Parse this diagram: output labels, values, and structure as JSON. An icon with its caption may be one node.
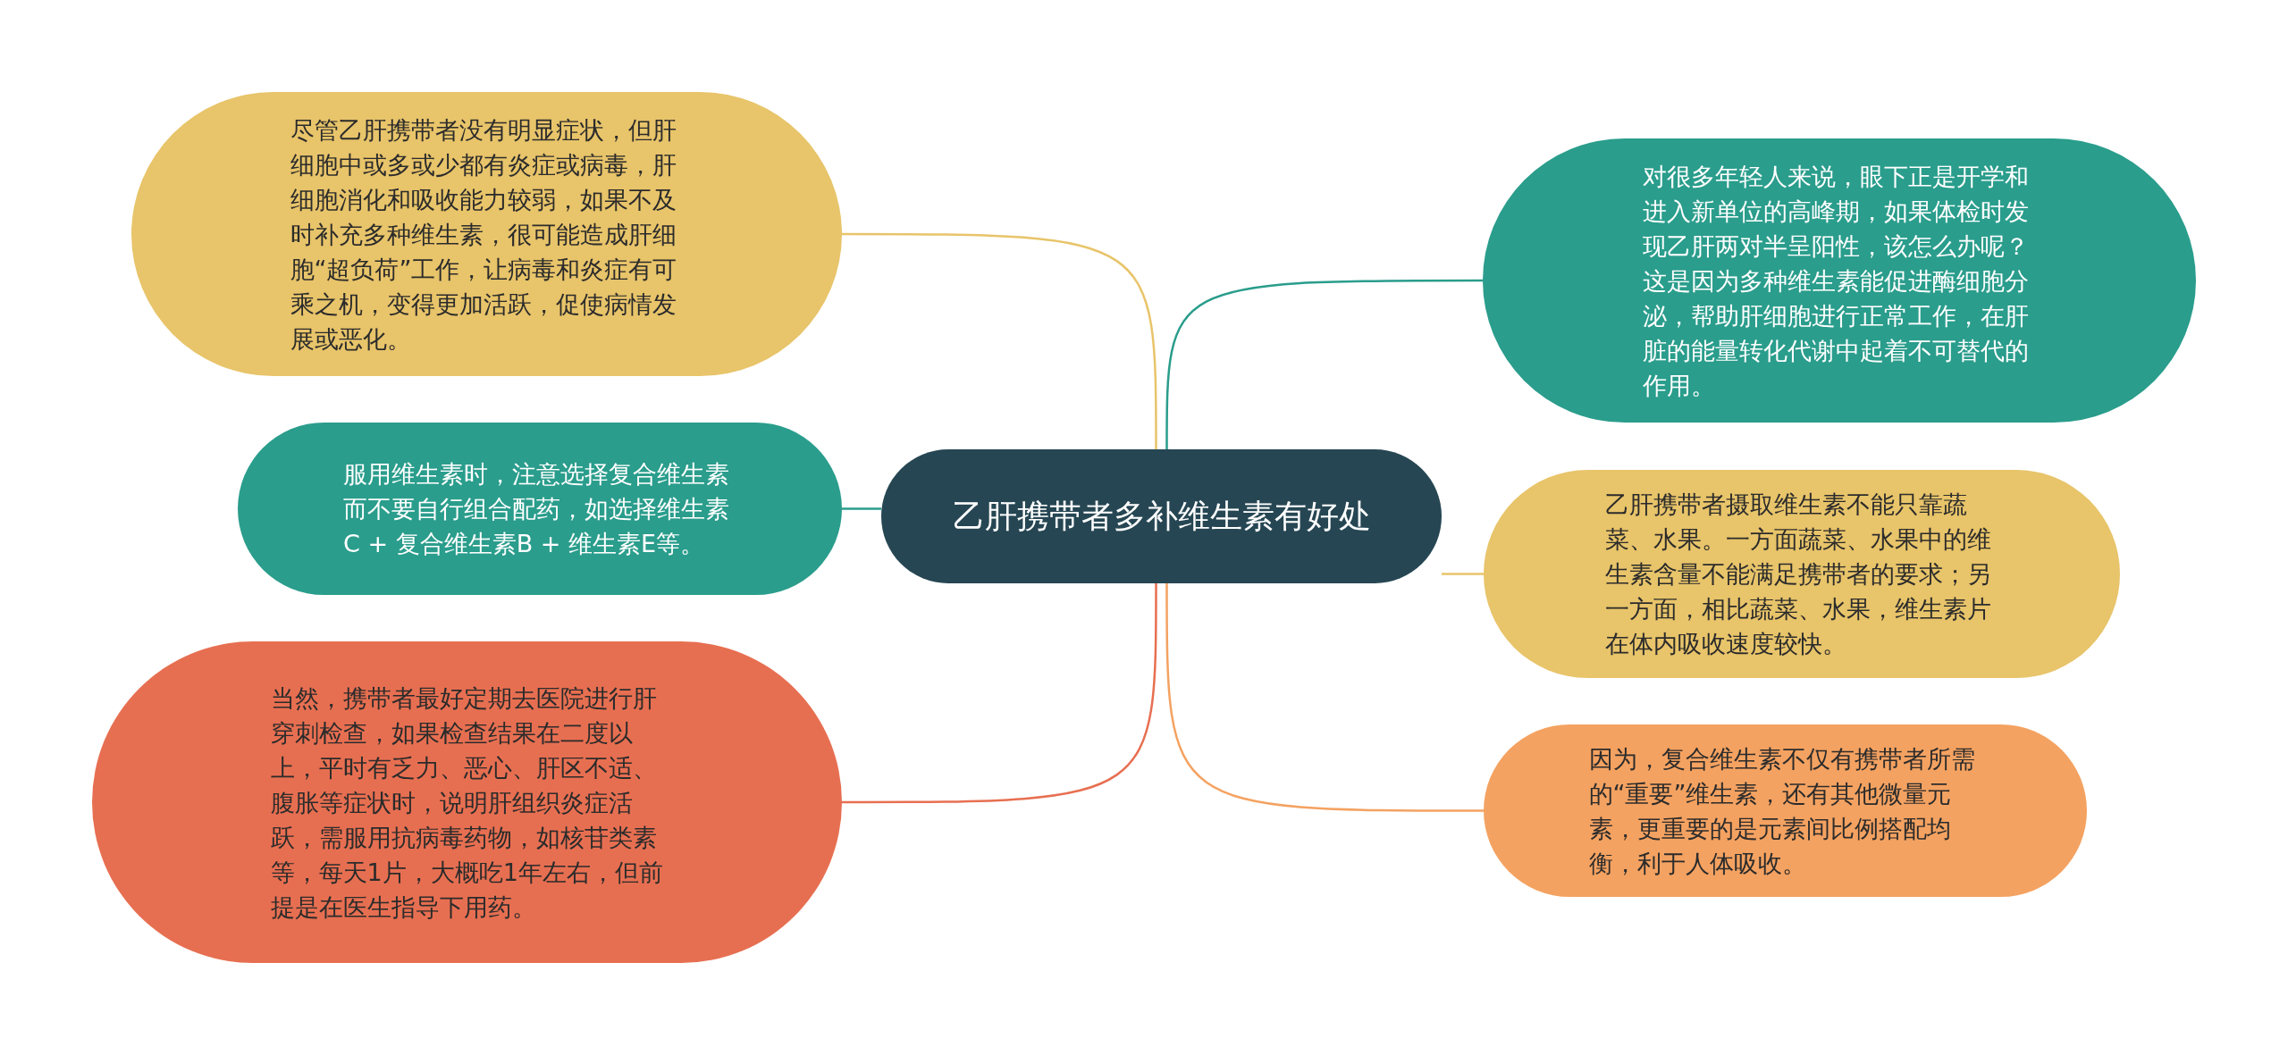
{
  "diagram": {
    "nodes": [
      {
        "text": [
          "乙肝携带者多补维生素有好处"
        ]
      },
      {
        "text": [
          "尽管乙肝携带者没有明显症状，但肝细胞中或多或少都有炎症或病毒，肝细胞消化和吸收能力较弱，如果不及时补充多种维生素，很可能造成肝细胞“超负荷”工作，让病毒和炎症有可乘之机，变得更加活跃，促使病情发展或恶化。"
        ]
      },
      {
        "text": [
          "服用维生素时，注意选择复合维生素而不要自行组合配药，如选择维生素C + 复合维生素B + 维生素E等。"
        ]
      },
      {
        "text": [
          "当然，携带者最好定期去医院进行肝穿刺检查，如果检查结果在二度以上，平时有乏力、恶心、肝区不适、腹胀等症状时，说明肝组织炎症活跃，需服用抗病毒药物，如核苷类素等，每天1片，大概吃1年左右，但前提是在医生指导下用药。"
        ]
      },
      {
        "text": [
          "对很多年轻人来说，眼下正是开学和进入新单位的高峰期，如果体检时发现乙肝两对半呈阳性，该怎么办呢？这是因为多种维生素能促进酶细胞分泌，帮助肝细胞进行正常工作，在肝脏的能量转化代谢中起着不可替代的作用。"
        ]
      },
      {
        "text": [
          "乙肝携带者摄取维生素不能只靠蔬菜、水果。一方面蔬菜、水果中的维生素含量不能满足携带者的要求；另一方面，相比蔬菜、水果，维生素片在体内吸收速度较快。"
        ]
      },
      {
        "text": [
          "因为，复合维生素不仅有携带者所需的“重要”维生素，还有其他微量元素，更重要的是元素间比例搭配均衡，利于人体吸收。"
        ]
      }
    ],
    "edges": [
      {
        "from": 0,
        "to": 1,
        "arrow": "none",
        "color": "#e8c46a"
      },
      {
        "from": 0,
        "to": 2,
        "arrow": "none",
        "color": "#2a9d8c"
      },
      {
        "from": 0,
        "to": 3,
        "arrow": "none",
        "color": "#e76f51"
      },
      {
        "from": 0,
        "to": 4,
        "arrow": "none",
        "color": "#2a9d8c"
      },
      {
        "from": 0,
        "to": 5,
        "arrow": "none",
        "color": "#e8c46a"
      },
      {
        "from": 0,
        "to": 6,
        "arrow": "none",
        "color": "#f4a261"
      }
    ]
  }
}
